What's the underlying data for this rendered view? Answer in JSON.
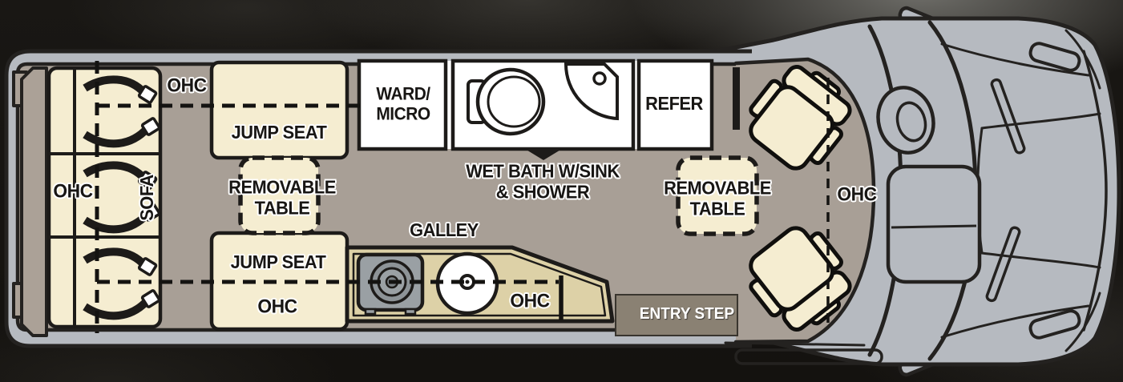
{
  "plan": {
    "type": "rv-class-b-floorplan",
    "labels": {
      "ohc_rear_top": "OHC",
      "ohc_rear_side": "OHC",
      "sofa": "SOFA",
      "jump_seat_front": "JUMP SEAT",
      "jump_seat_rear": "JUMP SEAT",
      "ohc_jump_seat": "OHC",
      "removable_table_rear": {
        "line1": "REMOVABLE",
        "line2": "TABLE"
      },
      "removable_table_front": {
        "line1": "REMOVABLE",
        "line2": "TABLE"
      },
      "ward_micro": {
        "line1": "WARD/",
        "line2": "MICRO"
      },
      "wet_bath": {
        "line1": "WET BATH W/SINK",
        "line2": "& SHOWER"
      },
      "refer": "REFER",
      "galley": "GALLEY",
      "ohc_galley": "OHC",
      "entry_step": "ENTRY STEP",
      "ohc_cab": "OHC"
    },
    "colors": {
      "background": "#14120f",
      "body_gray": "#b6bac0",
      "floor_taupe": "#a89f96",
      "panel_taupe": "#aba197",
      "seat_cream": "#f5edd1",
      "counter_tan": "#ddd1a7",
      "cabinet_white": "#ffffff",
      "entry_step_bg": "#8a8173",
      "outline": "#1d1b19"
    }
  }
}
